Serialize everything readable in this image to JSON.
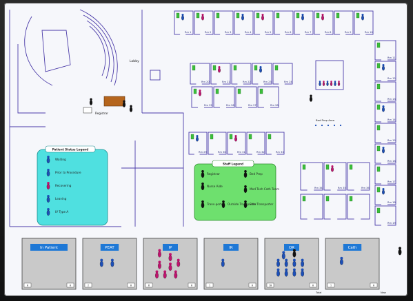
{
  "floorplan": {
    "labels": {
      "lobby": "Lobby",
      "registrar": "Registrar",
      "bed_prep": "Bed Prep Area"
    },
    "room_labels": [
      "Rm 1",
      "Rm 2",
      "Rm 3",
      "Rm 4",
      "Rm 5",
      "Rm 6",
      "Rm 7",
      "Rm 8",
      "Rm 9",
      "Rm 10",
      "Rm 11",
      "Rm 12",
      "Rm 13",
      "Rm 14",
      "Rm 15",
      "Rm 16",
      "Rm 17",
      "Rm 18",
      "Rm 19",
      "Rm 20",
      "Rm 21",
      "Rm 22",
      "Rm 23",
      "Rm 24",
      "Rm 25",
      "Rm 26",
      "Rm 27",
      "Rm 28",
      "Rm 29",
      "Rm 30",
      "Rm 31",
      "Rm 32",
      "Rm 33",
      "Rm 34",
      "Rm 35",
      "Rm 36"
    ]
  },
  "patient_legend": {
    "title": "Patient Status Legend",
    "items": [
      {
        "label": "Waiting",
        "icon": "patient-waiting-icon"
      },
      {
        "label": "Prior to Procedure",
        "icon": "patient-prior-icon"
      },
      {
        "label": "Recovering",
        "icon": "patient-recovering-icon"
      },
      {
        "label": "Leaving",
        "icon": "patient-leaving-icon"
      },
      {
        "label": "IV Type A",
        "icon": "patient-iv-icon"
      }
    ]
  },
  "staff_legend": {
    "title": "Staff Legend",
    "items": [
      {
        "label": "Registrar",
        "icon": "staff-registrar-icon"
      },
      {
        "label": "Bed Prep",
        "icon": "staff-bedprep-icon"
      },
      {
        "label": "Nurse Aide",
        "icon": "staff-nurseaide-icon"
      },
      {
        "label": "Med Tech Cath Team",
        "icon": "staff-medtech-icon"
      },
      {
        "label": "Trans-porter",
        "icon": "staff-transporter-icon"
      },
      {
        "label": "Side Transporter",
        "icon": "staff-side-transporter-icon"
      },
      {
        "label": "Outside Transporter",
        "icon": "staff-outside-transporter-icon"
      }
    ]
  },
  "queues": [
    {
      "label": "In Patient",
      "count_left": "0",
      "count_right": "0"
    },
    {
      "label": "PEAT",
      "count_left": "2",
      "count_right": "0"
    },
    {
      "label": "IP",
      "count_left": "8",
      "count_right": "0"
    },
    {
      "label": "IR",
      "count_left": "1",
      "count_right": "0"
    },
    {
      "label": "OR",
      "count_left": "10",
      "count_right": "0"
    },
    {
      "label": "Cath",
      "count_left": "1",
      "count_right": "0"
    }
  ],
  "footer": {
    "total_label": "Total",
    "new_label": "New"
  },
  "colors": {
    "wall": "#4a3aa8",
    "patient_legend_bg": "#4fe0e0",
    "staff_legend_bg": "#6ee06e",
    "tab": "#1e78d6",
    "queue_bg": "#c9c9c9",
    "patient_blue": "#1c4fb8",
    "patient_pink": "#c0136e"
  }
}
